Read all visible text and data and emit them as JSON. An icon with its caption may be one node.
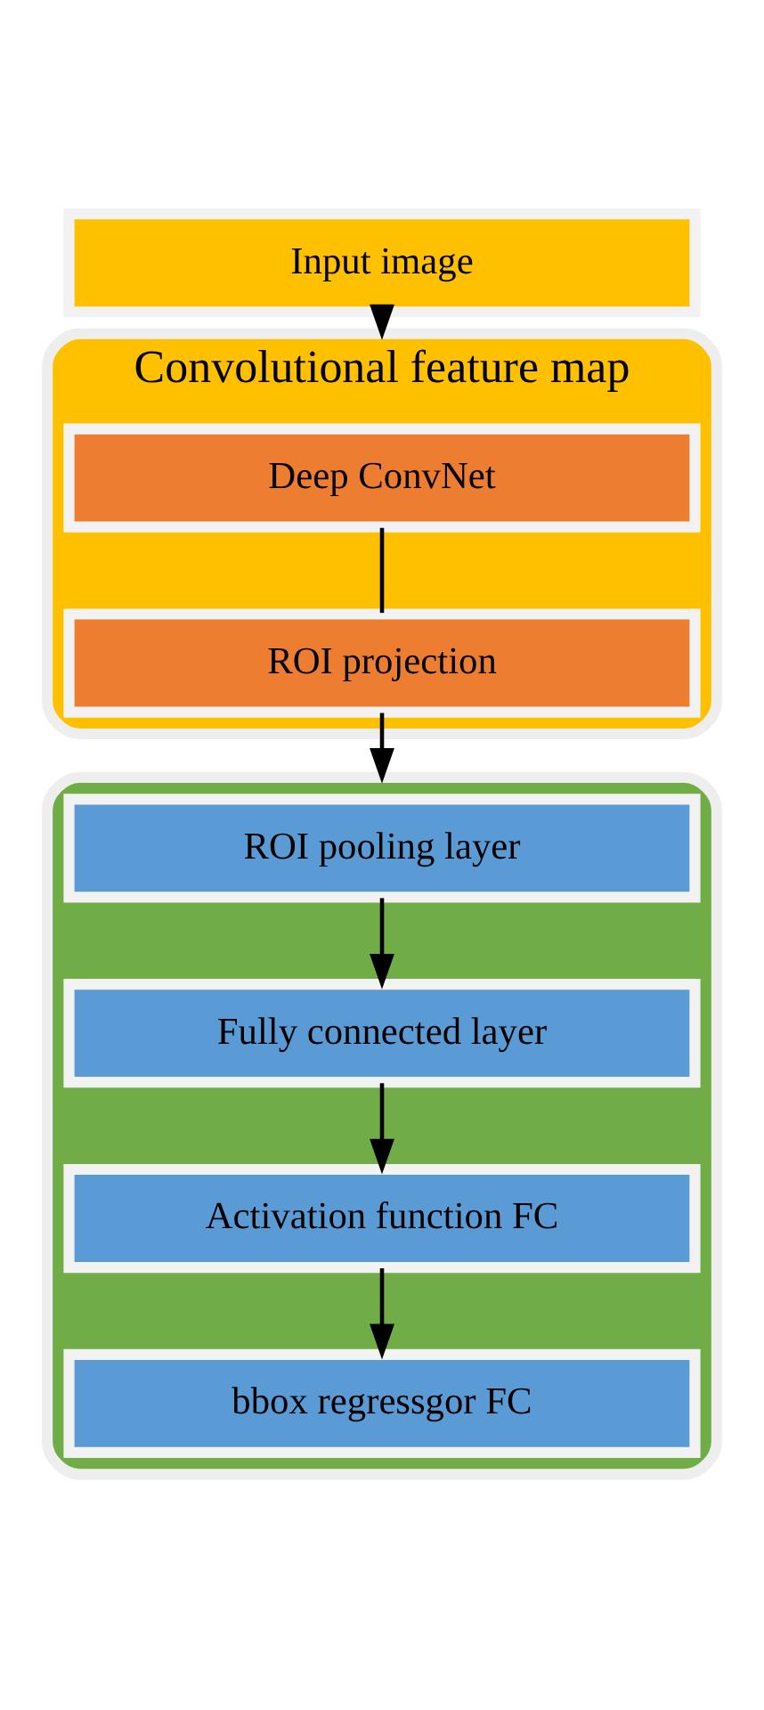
{
  "diagram": {
    "nodes": [
      {
        "text": [
          "Input image"
        ]
      },
      {
        "text": [
          "Convolutional feature map"
        ]
      },
      {
        "text": [
          "Deep ConvNet"
        ],
        "in": 1
      },
      {
        "text": [
          "ROI projection"
        ],
        "in": 1
      },
      {
        "text": [],
        "shape": "box"
      },
      {
        "text": [
          "ROI pooling layer"
        ],
        "in": 4
      },
      {
        "text": [
          "Fully connected layer"
        ],
        "in": 4
      },
      {
        "text": [
          "Activation function FC"
        ],
        "in": 4
      },
      {
        "text": [
          "bbox regressgor FC"
        ],
        "in": 4
      }
    ],
    "edges": [
      {
        "from": 0,
        "to": 1,
        "arrow": "to"
      },
      {
        "from": 2,
        "to": 3,
        "arrow": "none"
      },
      {
        "from": 3,
        "to": 4,
        "arrow": "to"
      },
      {
        "from": 5,
        "to": 6,
        "arrow": "to"
      },
      {
        "from": 6,
        "to": 7,
        "arrow": "to"
      },
      {
        "from": 7,
        "to": 8,
        "arrow": "to"
      }
    ]
  }
}
